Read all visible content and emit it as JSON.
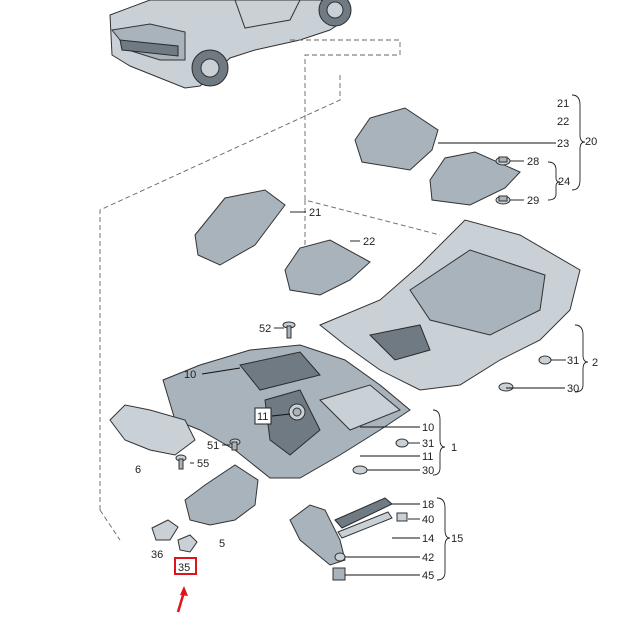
{
  "diagram": {
    "callouts": {
      "c21_top": "21",
      "c22_top": "22",
      "c23": "23",
      "c20": "20",
      "c28": "28",
      "c24": "24",
      "c29": "29",
      "c21_left": "21",
      "c22_left": "22",
      "c52": "52",
      "c31_right": "31",
      "c2": "2",
      "c30_right": "30",
      "c10_left": "10",
      "c11_box": "11",
      "c10_mid": "10",
      "c31_mid": "31",
      "c11_mid": "11",
      "c1": "1",
      "c30_mid": "30",
      "c6": "6",
      "c51": "51",
      "c55": "55",
      "c18": "18",
      "c40": "40",
      "c14": "14",
      "c15": "15",
      "c5": "5",
      "c42": "42",
      "c45": "45",
      "c36": "36",
      "c35_highlight": "35"
    },
    "highlight_color": "#e0121b",
    "arrow_color": "#e0121b"
  }
}
